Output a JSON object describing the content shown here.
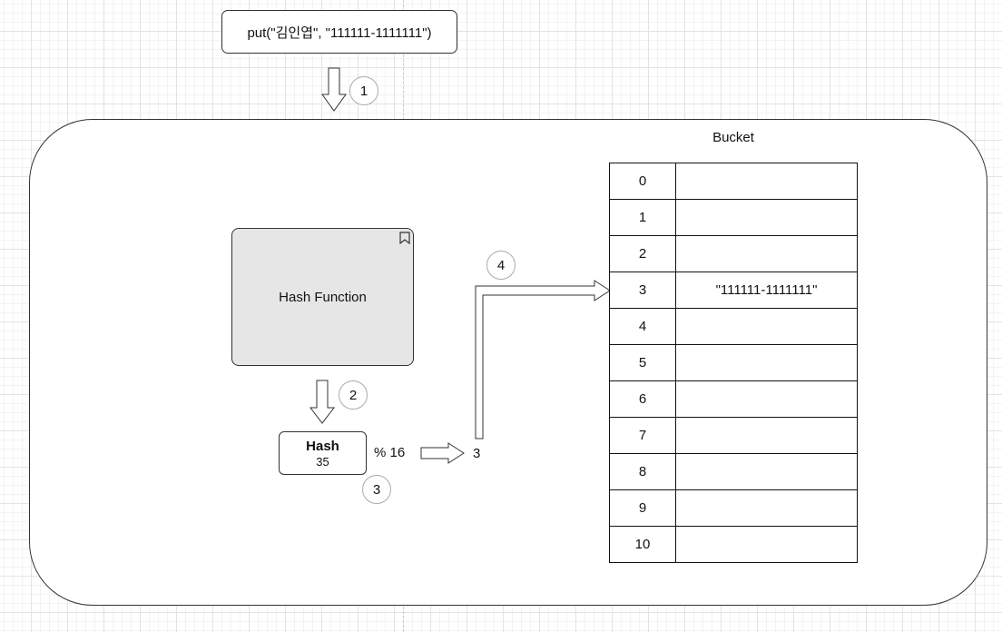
{
  "put_call": "put(\"김인엽\", \"111111-1111111\")",
  "hash_function_label": "Hash Function",
  "hash": {
    "title": "Hash",
    "value": "35"
  },
  "modulo_label": "% 16",
  "result_index": "3",
  "bucket": {
    "title": "Bucket",
    "rows": [
      {
        "index": "0",
        "value": ""
      },
      {
        "index": "1",
        "value": ""
      },
      {
        "index": "2",
        "value": ""
      },
      {
        "index": "3",
        "value": "\"111111-1111111\""
      },
      {
        "index": "4",
        "value": ""
      },
      {
        "index": "5",
        "value": ""
      },
      {
        "index": "6",
        "value": ""
      },
      {
        "index": "7",
        "value": ""
      },
      {
        "index": "8",
        "value": ""
      },
      {
        "index": "9",
        "value": ""
      },
      {
        "index": "10",
        "value": ""
      }
    ]
  },
  "steps": [
    "1",
    "2",
    "3",
    "4"
  ],
  "icons": {
    "hash_function_corner": "bookmark-icon"
  },
  "colors": {
    "hash_function_fill": "#e6e6e6",
    "stroke": "#333333",
    "step_circle": "#aaaaaa"
  }
}
